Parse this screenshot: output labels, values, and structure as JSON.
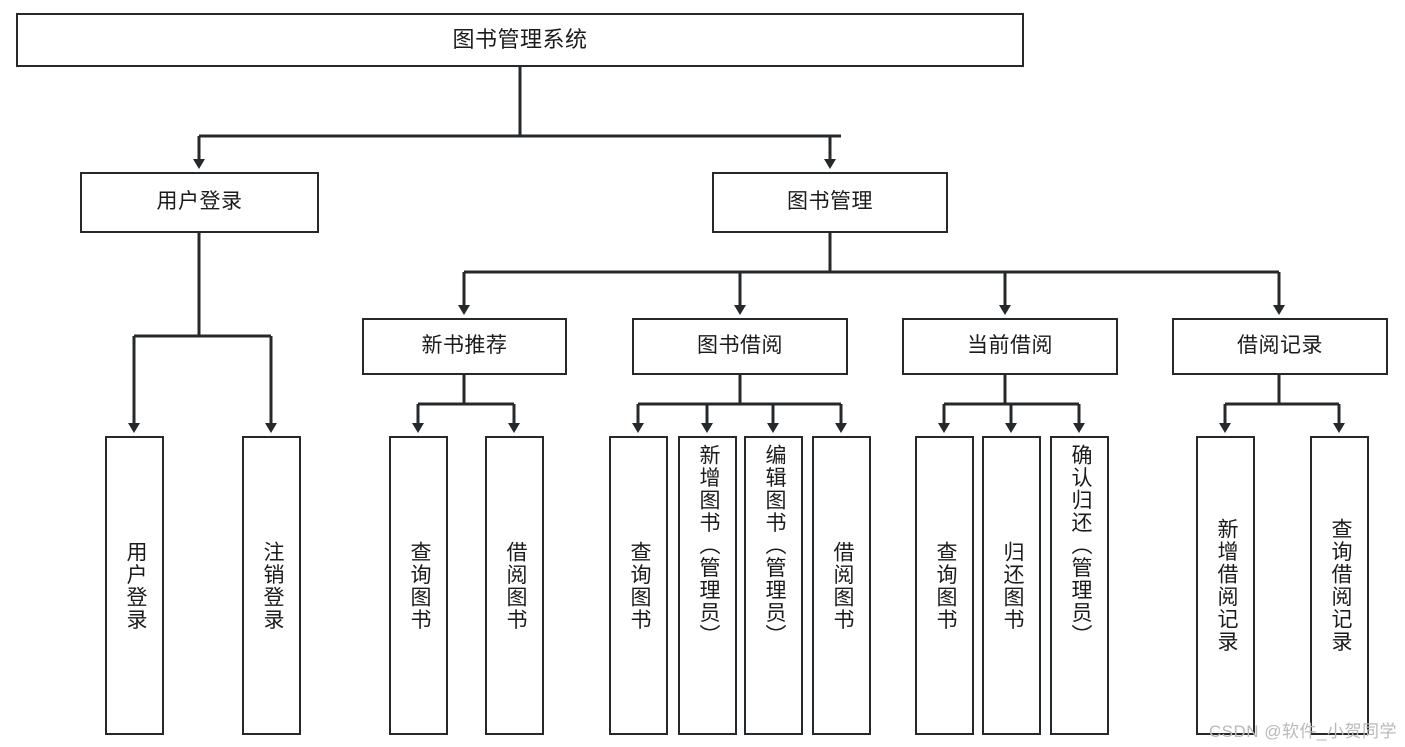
{
  "diagram": {
    "title": "图书管理系统",
    "type": "tree-hierarchy",
    "watermark": "CSDN @软件_小贺同学",
    "colors": {
      "stroke": "#26292b",
      "fill": "#ffffff",
      "text": "#1b1b1b",
      "watermark": "#b9b9b9"
    },
    "levels": {
      "root": {
        "label": "图书管理系统"
      },
      "level2": [
        {
          "label": "用户登录"
        },
        {
          "label": "图书管理"
        }
      ],
      "level3": [
        {
          "label": "新书推荐"
        },
        {
          "label": "图书借阅"
        },
        {
          "label": "当前借阅"
        },
        {
          "label": "借阅记录"
        }
      ]
    },
    "leaves": {
      "user_login": [
        {
          "label": "用户登录"
        },
        {
          "label": "注销登录"
        }
      ],
      "new_book_recommend": [
        {
          "label": "查询图书"
        },
        {
          "label": "借阅图书"
        }
      ],
      "book_borrow": [
        {
          "label": "查询图书"
        },
        {
          "label": "新增图书（管理员）"
        },
        {
          "label": "编辑图书（管理员）"
        },
        {
          "label": "借阅图书"
        }
      ],
      "current_borrow": [
        {
          "label": "查询图书"
        },
        {
          "label": "归还图书"
        },
        {
          "label": "确认归还（管理员）"
        }
      ],
      "borrow_record": [
        {
          "label": "新增借阅记录"
        },
        {
          "label": "查询借阅记录"
        }
      ]
    }
  }
}
